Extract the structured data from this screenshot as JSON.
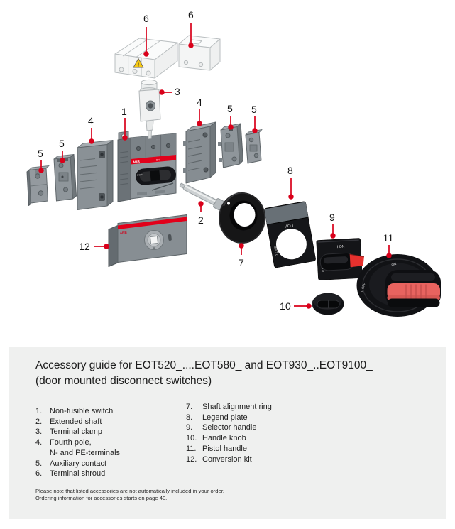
{
  "diagram": {
    "callouts": [
      {
        "label": "6"
      },
      {
        "label": "6"
      },
      {
        "label": "3"
      },
      {
        "label": "1"
      },
      {
        "label": "4"
      },
      {
        "label": "4"
      },
      {
        "label": "5"
      },
      {
        "label": "5"
      },
      {
        "label": "5"
      },
      {
        "label": "5"
      },
      {
        "label": "2"
      },
      {
        "label": "7"
      },
      {
        "label": "8"
      },
      {
        "label": "9"
      },
      {
        "label": "10"
      },
      {
        "label": "11"
      },
      {
        "label": "12"
      }
    ],
    "parts": {
      "shroud": {
        "warning": "!"
      },
      "switch": {
        "brand": "ABB",
        "on": "I ON",
        "off": "0 OFF"
      },
      "legend_plate": {
        "on": "I ON",
        "off": "0 OFF"
      },
      "selector": {
        "on": "I ON",
        "off": "0 OFF"
      },
      "pistol": {
        "on": "I ON",
        "off": "0 OFF"
      },
      "kit": {
        "brand": "ABB"
      }
    },
    "colors": {
      "abb_red": "#e2001a",
      "arrow_red": "#d9001a",
      "salmon": "#e8635f",
      "panel_bg": "#eff0ef"
    }
  },
  "panel": {
    "title_line1": "Accessory guide for EOT520_....EOT580_ and EOT930_..EOT9100_",
    "title_line2": "(door mounted disconnect switches)",
    "items_left": [
      {
        "num": "1.",
        "label": "Non-fusible switch"
      },
      {
        "num": "2.",
        "label": "Extended shaft"
      },
      {
        "num": "3.",
        "label": "Terminal clamp"
      },
      {
        "num": "4.",
        "label": "Fourth pole,",
        "label2": "N- and PE-terminals"
      },
      {
        "num": "5.",
        "label": "Auxiliary contact"
      },
      {
        "num": "6.",
        "label": "Terminal shroud"
      }
    ],
    "items_right": [
      {
        "num": "7.",
        "label": "Shaft alignment ring"
      },
      {
        "num": "8.",
        "label": "Legend plate"
      },
      {
        "num": "9.",
        "label": "Selector handle"
      },
      {
        "num": "10.",
        "label": "Handle knob"
      },
      {
        "num": "11.",
        "label": "Pistol handle"
      },
      {
        "num": "12.",
        "label": "Conversion kit"
      }
    ],
    "note_line1": "Please note that listed accessories are not automatically included in your order.",
    "note_line2": "Ordering information for accessories starts on page 40."
  }
}
